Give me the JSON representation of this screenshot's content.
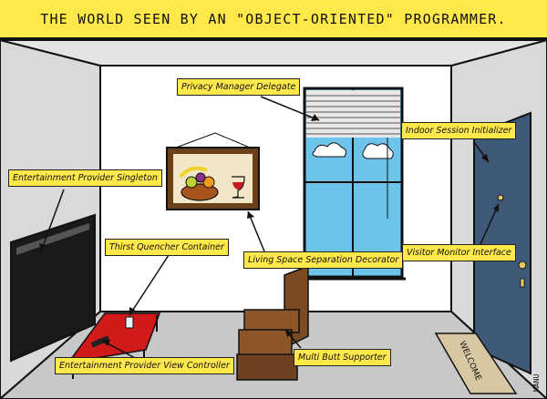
{
  "title": "THE WORLD SEEN BY AN \"OBJECT-ORIENTED\" PROGRAMMER.",
  "labels": {
    "privacy": "Privacy Manager Delegate",
    "indoor": "Indoor Session Initializer",
    "entertainment_singleton": "Entertainment Provider Singleton",
    "thirst": "Thirst Quencher Container",
    "living_space": "Living Space Separation Decorator",
    "visitor": "Visitor Monitor Interface",
    "multibutt": "Multi Butt Supporter",
    "view_controller": "Entertainment Provider View Controller"
  },
  "doormat_text": "WELCOME",
  "signature": "MANU",
  "colors": {
    "banner": "#ffe84a",
    "label": "#ffe84a",
    "wall": "#d9d9d9",
    "floor": "#c8c8c8",
    "door": "#3f5978",
    "couch": "#7a4a22",
    "table": "#d11a1a",
    "sky": "#6ec3ea"
  }
}
